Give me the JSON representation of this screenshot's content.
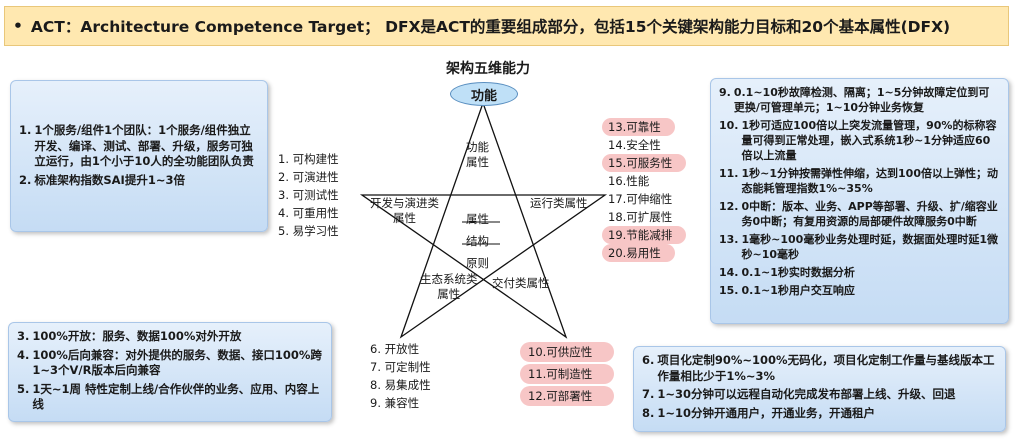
{
  "banner": {
    "bullet": "•",
    "text": "ACT：Architecture Competence Target；  DFX是ACT的重要组成部分，包括15个关键架构能力目标和20个基本属性(DFX)"
  },
  "diagram": {
    "title": "架构五维能力",
    "top_pill": "功能",
    "vertex_labels": {
      "top": "功能\n属性",
      "left": "开发与演进类\n属性",
      "right": "运行类属性",
      "bottom_left": "生态系统类\n属性",
      "bottom_right": "交付类属性"
    },
    "center_lines": [
      "属性",
      "结构",
      "原则"
    ]
  },
  "left_list": [
    "1. 可构建性",
    "2. 可演进性",
    "3. 可测试性",
    "4. 可重用性",
    "5. 易学习性"
  ],
  "bottom_list": [
    "6. 开放性",
    "7. 可定制性",
    "8. 易集成性",
    "9. 兼容性"
  ],
  "bottom_list2": [
    "10.可供应性",
    "11.可制造性",
    "12.可部署性"
  ],
  "right_list": [
    {
      "text": "13.可靠性",
      "hl": true
    },
    {
      "text": "14.安全性",
      "hl": false
    },
    {
      "text": "15.可服务性",
      "hl": true
    },
    {
      "text": "16.性能",
      "hl": false
    },
    {
      "text": "17.可伸缩性",
      "hl": false
    },
    {
      "text": "18.可扩展性",
      "hl": false
    },
    {
      "text": "19.节能减排",
      "hl": true
    },
    {
      "text": "20.易用性",
      "hl": true
    }
  ],
  "panel_top_left": [
    {
      "num": "1.",
      "text": "1个服务/组件1个团队：1个服务/组件独立开发、编译、测试、部署、升级，服务可独立运行，由1个小于10人的全功能团队负责"
    },
    {
      "num": "2.",
      "text": "标准架构指数SAI提升1~3倍"
    }
  ],
  "panel_bottom_left": [
    {
      "num": "3.",
      "text": "100%开放：服务、数据100%对外开放"
    },
    {
      "num": "4.",
      "text": "100%后向兼容：对外提供的服务、数据、接口100%跨1~3个V/R版本后向兼容"
    },
    {
      "num": "5.",
      "text": "1天~1周 特性定制上线/合作伙伴的业务、应用、内容上线"
    }
  ],
  "panel_right": [
    {
      "num": "9.",
      "text": "0.1~10秒故障检测、隔离；1~5分钟故障定位到可更换/可管理单元；1~10分钟业务恢复"
    },
    {
      "num": "10.",
      "text": "1秒可适应100倍以上突发流量管理，90%的标称容量可得到正常处理，嵌入式系统1秒~1分钟适应60倍以上流量"
    },
    {
      "num": "11.",
      "text": "1秒~1分钟按需弹性伸缩，达到100倍以上弹性；动态能耗管理指数1%~35%"
    },
    {
      "num": "12.",
      "text": "0中断：版本、业务、APP等部署、升级、扩/缩容业务0中断；有复用资源的局部硬件故障服务0中断"
    },
    {
      "num": "13.",
      "text": "1毫秒~100毫秒业务处理时延，数据面处理时延1微秒~10毫秒"
    },
    {
      "num": "14.",
      "text": "0.1~1秒实时数据分析"
    },
    {
      "num": "15.",
      "text": "0.1~1秒用户交互响应"
    }
  ],
  "panel_bottom_right": [
    {
      "num": "6.",
      "text": "项目化定制90%~100%无码化，项目化定制工作量与基线版本工作量相比少于1%~3%"
    },
    {
      "num": "7.",
      "text": "1~30分钟可以远程自动化完成发布部署上线、升级、回退"
    },
    {
      "num": "8.",
      "text": "1~10分钟开通用户，开通业务，开通租户"
    }
  ]
}
